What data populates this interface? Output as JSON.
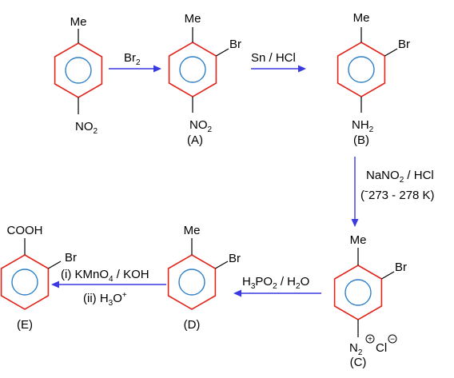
{
  "colors": {
    "ring": "#e2241b",
    "aromatic_circle": "#2d80c8",
    "arrow": "#3a3ae0",
    "text": "#000000"
  },
  "molecules": {
    "start": {
      "top": "Me",
      "bottom": "NO",
      "bottom_sub": "2"
    },
    "A": {
      "top": "Me",
      "side": "Br",
      "bottom": "NO",
      "bottom_sub": "2",
      "label": "(A)"
    },
    "B": {
      "top": "Me",
      "side": "Br",
      "bottom": "NH",
      "bottom_sub": "2",
      "label": "(B)"
    },
    "C": {
      "top": "Me",
      "side": "Br",
      "bottom": "N",
      "bottom_sub": "2",
      "charge_plus": "+",
      "counter": "Cl",
      "charge_minus": "−",
      "label": "(C)"
    },
    "D": {
      "top": "Me",
      "side": "Br",
      "label": "(D)"
    },
    "E": {
      "top": "COOH",
      "side": "Br",
      "label": "(E)"
    }
  },
  "reagents": {
    "step1": {
      "reagent": "Br",
      "reagent_sub": "2"
    },
    "step2": {
      "text": "Sn / HCl"
    },
    "step3": {
      "line1_a": "NaNO",
      "line1_sub": "2",
      "line1_b": " / HCl",
      "line2": "(ˉ273 - 278 K)"
    },
    "step4": {
      "a": "H",
      "sub1": "3",
      "b": "PO",
      "sub2": "2",
      "c": " / H",
      "sub3": "2",
      "d": "O"
    },
    "step5": {
      "line1_a": "(i) KMnO",
      "line1_sub": "4",
      "line1_b": " / KOH",
      "line2_a": "(ii) H",
      "line2_sub": "3",
      "line2_b": "O",
      "line2_sup": "+"
    }
  }
}
